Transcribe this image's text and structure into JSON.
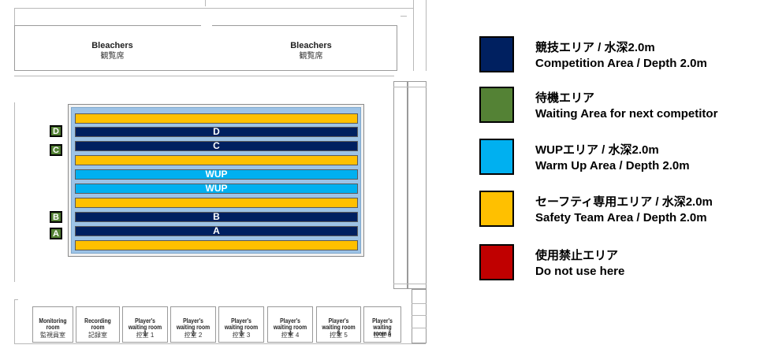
{
  "bleachers": [
    {
      "label": "Bleachers",
      "sub": "観覧席"
    },
    {
      "label": "Bleachers",
      "sub": "観覧席"
    }
  ],
  "lanes": [
    {
      "label": "",
      "color": "#ffc000"
    },
    {
      "label": "D",
      "color": "#002060"
    },
    {
      "label": "C",
      "color": "#002060"
    },
    {
      "label": "",
      "color": "#ffc000"
    },
    {
      "label": "WUP",
      "color": "#00b0f0"
    },
    {
      "label": "WUP",
      "color": "#00b0f0"
    },
    {
      "label": "",
      "color": "#ffc000"
    },
    {
      "label": "B",
      "color": "#002060"
    },
    {
      "label": "A",
      "color": "#002060"
    },
    {
      "label": "",
      "color": "#ffc000"
    }
  ],
  "markers": [
    "D",
    "C",
    "B",
    "A"
  ],
  "rooms": [
    {
      "en": "Monitoring room",
      "ja": "監視員室"
    },
    {
      "en": "Recording room",
      "ja": "記録室"
    },
    {
      "en": "Player's waiting room 1",
      "ja": "控室 1"
    },
    {
      "en": "Player's waiting room 2",
      "ja": "控室 2"
    },
    {
      "en": "Player's waiting room 3",
      "ja": "控室 3"
    },
    {
      "en": "Player's waiting room 4",
      "ja": "控室 4"
    },
    {
      "en": "Player's waiting room 5",
      "ja": "控室 5"
    },
    {
      "en": "Player's waiting room 6",
      "ja": "控室 6"
    }
  ],
  "legend": [
    {
      "color": "#002060",
      "ja": "競技エリア / 水深2.0m",
      "en": "Competition Area / Depth 2.0m"
    },
    {
      "color": "#548235",
      "ja": "待機エリア",
      "en": "Waiting Area for next competitor"
    },
    {
      "color": "#00b0f0",
      "ja": "WUPエリア / 水深2.0m",
      "en": "Warm Up Area / Depth 2.0m"
    },
    {
      "color": "#ffc000",
      "ja": "セーフティ専用エリア / 水深2.0m",
      "en": "Safety Team Area / Depth 2.0m"
    },
    {
      "color": "#c00000",
      "ja": "使用禁止エリア",
      "en": "Do not use here"
    }
  ]
}
